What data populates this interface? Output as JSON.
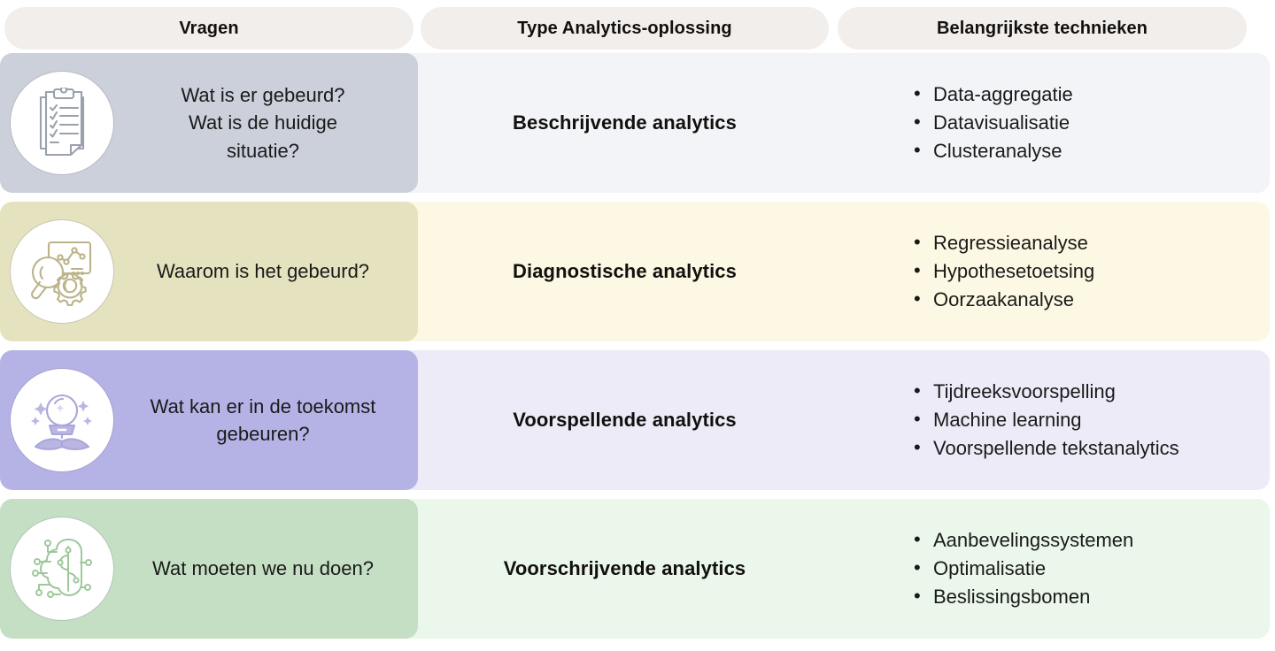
{
  "table": {
    "headers": [
      {
        "label": "Vragen",
        "name": "vragen"
      },
      {
        "label": "Type Analytics-oplossing",
        "name": "type-analytics-oplossing"
      },
      {
        "label": "Belangrijkste technieken",
        "name": "belangrijkste-technieken"
      }
    ],
    "rows": [
      {
        "icon": "clipboard-checklist-icon",
        "question": "Wat is er gebeurd?\nWat is de huidige\nsituatie?",
        "type": "Beschrijvende analytics",
        "techniques": [
          "Data-aggregatie",
          "Datavisualisatie",
          "Clusteranalyse"
        ],
        "colors": {
          "pill": "#ccd0da",
          "band": "#f2f4f7",
          "icon_stroke": "#9aa1ad"
        }
      },
      {
        "icon": "magnifier-dashboard-gear-icon",
        "question": "Waarom is het gebeurd?",
        "type": "Diagnostische analytics",
        "techniques": [
          "Regressieanalyse",
          "Hypothesetoetsing",
          "Oorzaakanalyse"
        ],
        "colors": {
          "pill": "#e5e2bf",
          "band": "#fdf8e3",
          "icon_stroke": "#bcb389"
        }
      },
      {
        "icon": "crystal-ball-sparkles-icon",
        "question": "Wat kan er in de toekomst\ngebeuren?",
        "type": "Voorspellende analytics",
        "techniques": [
          "Tijdreeksvoorspelling",
          "Machine learning",
          "Voorspellende tekstanalytics"
        ],
        "colors": {
          "pill": "#b5b2e6",
          "band": "#edebf7",
          "icon_stroke": "#a9a6da"
        }
      },
      {
        "icon": "ai-brain-circuit-icon",
        "question": "Wat moeten we nu doen?",
        "type": "Voorschrijvende analytics",
        "techniques": [
          "Aanbevelingssystemen",
          "Optimalisatie",
          "Beslissingsbomen"
        ],
        "colors": {
          "pill": "#c5dfc4",
          "band": "#eaf7ea",
          "icon_stroke": "#9ec79c"
        }
      }
    ]
  }
}
